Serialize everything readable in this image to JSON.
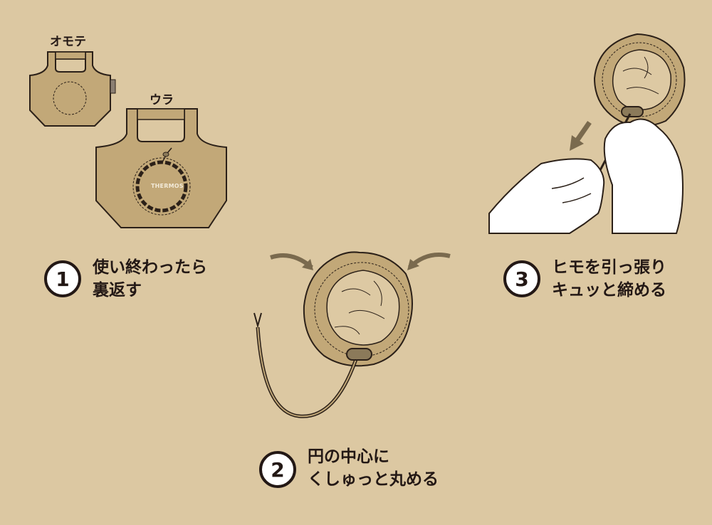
{
  "labels": {
    "front": "オモテ",
    "back": "ウラ",
    "brand": "THERMOS"
  },
  "steps": [
    {
      "number": "1",
      "lines": [
        "使い終わったら",
        "裏返す"
      ]
    },
    {
      "number": "2",
      "lines": [
        "円の中心に",
        "くしゅっと丸める"
      ]
    },
    {
      "number": "3",
      "lines": [
        "ヒモを引っ張り",
        "キュッと締める"
      ]
    }
  ],
  "colors": {
    "background": "#dcc8a2",
    "bag": "#c2a878",
    "outline": "#2b2018",
    "arrow": "#7a6a4e",
    "crumple": "#ddc9a3"
  }
}
